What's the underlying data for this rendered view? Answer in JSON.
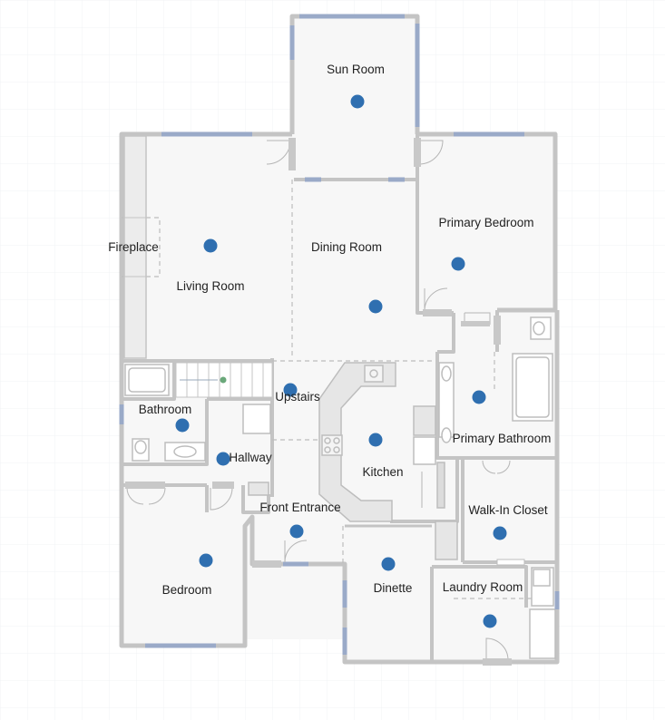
{
  "colors": {
    "background": "#ffffff",
    "grid": "#eef0f3",
    "floor": "#f7f7f7",
    "wall_fill": "#e9e9e9",
    "wall_stroke": "#bdbdbd",
    "window": "#9aaac8",
    "marker": "#2f6fb0",
    "label": "#222222"
  },
  "icons": {
    "room_marker": "room-marker-dot",
    "door": "door-swing-icon",
    "window": "window-icon"
  },
  "rooms": {
    "sun_room": "Sun Room",
    "primary_bedroom": "Primary Bedroom",
    "fireplace": "Fireplace",
    "dining_room": "Dining Room",
    "living_room": "Living Room",
    "upstairs": "Upstairs",
    "bathroom": "Bathroom",
    "primary_bathroom": "Primary Bathroom",
    "hallway": "Hallway",
    "kitchen": "Kitchen",
    "front_entrance": "Front Entrance",
    "walk_in_closet": "Walk-In Closet",
    "bedroom": "Bedroom",
    "dinette": "Dinette",
    "laundry_room": "Laundry Room"
  }
}
